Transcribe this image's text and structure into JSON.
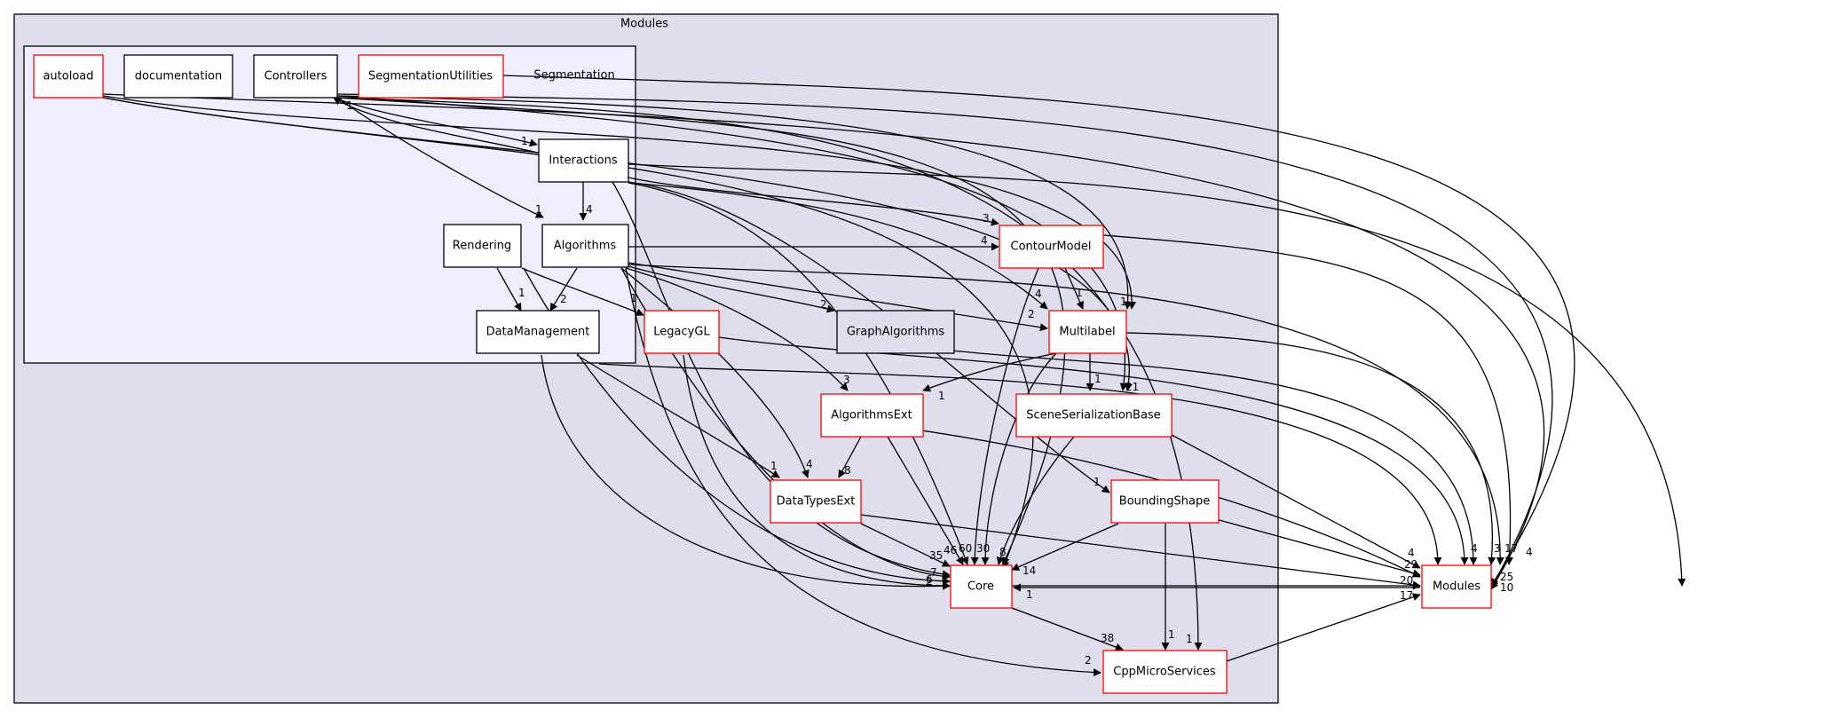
{
  "clusters": {
    "modules": "Modules",
    "segmentation": "Segmentation"
  },
  "nodes": {
    "autoload": "autoload",
    "documentation": "documentation",
    "controllers": "Controllers",
    "segmentation_utilities": "SegmentationUtilities",
    "interactions": "Interactions",
    "rendering": "Rendering",
    "algorithms": "Algorithms",
    "data_management": "DataManagement",
    "legacy_gl": "LegacyGL",
    "graph_algorithms": "GraphAlgorithms",
    "contour_model": "ContourModel",
    "multilabel": "Multilabel",
    "algorithms_ext": "AlgorithmsExt",
    "scene_serialization_base": "SceneSerializationBase",
    "data_types_ext": "DataTypesExt",
    "bounding_shape": "BoundingShape",
    "core": "Core",
    "cpp_micro_services": "CppMicroServices",
    "modules_ext": "Modules"
  },
  "edge_labels": {
    "controllers_interactions": "1",
    "interactions_controllers": "1",
    "controllers_algorithms": "1",
    "interactions_algorithms": "4",
    "interactions_contour_model": "3",
    "algorithms_contour_model": "4",
    "rendering_data_management": "1",
    "algorithms_data_management": "2",
    "rendering_legacy_gl": "1",
    "algorithms_graph_algorithms": "2",
    "algorithms_multilabel": "2",
    "contour_model_multilabel": "1",
    "multilabel_scene_serialization": "1",
    "multilabel_algorithms_ext": "1",
    "algorithms_algorithms_ext": "3",
    "algorithms_ext_data_types_ext": "8",
    "data_management_data_types_ext": "1",
    "algorithms_data_types_ext": "4",
    "data_types_ext_core": "35",
    "algorithms_ext_core": "46",
    "core_a": "60",
    "core_b": "30",
    "core_c": "8",
    "core_d": "14",
    "core_left_a": "7",
    "core_left_b": "2",
    "core_left_c": "6",
    "core_cpp": "38",
    "algorithms_cpp": "2",
    "bounding_cpp": "1",
    "controllers_cpp": "1",
    "interactions_bounding": "1",
    "modules_core": "1",
    "modules_in_a": "4",
    "modules_in_b": "4",
    "modules_in_c": "3",
    "modules_in_d": "17",
    "modules_in_e": "4",
    "modules_in_f": "29",
    "modules_in_g": "20",
    "modules_in_h": "17",
    "modules_in_i": "25",
    "modules_in_j": "10",
    "contour_multilabel_top": "4",
    "multilabel_top_b": "1",
    "scene_in": "21"
  }
}
